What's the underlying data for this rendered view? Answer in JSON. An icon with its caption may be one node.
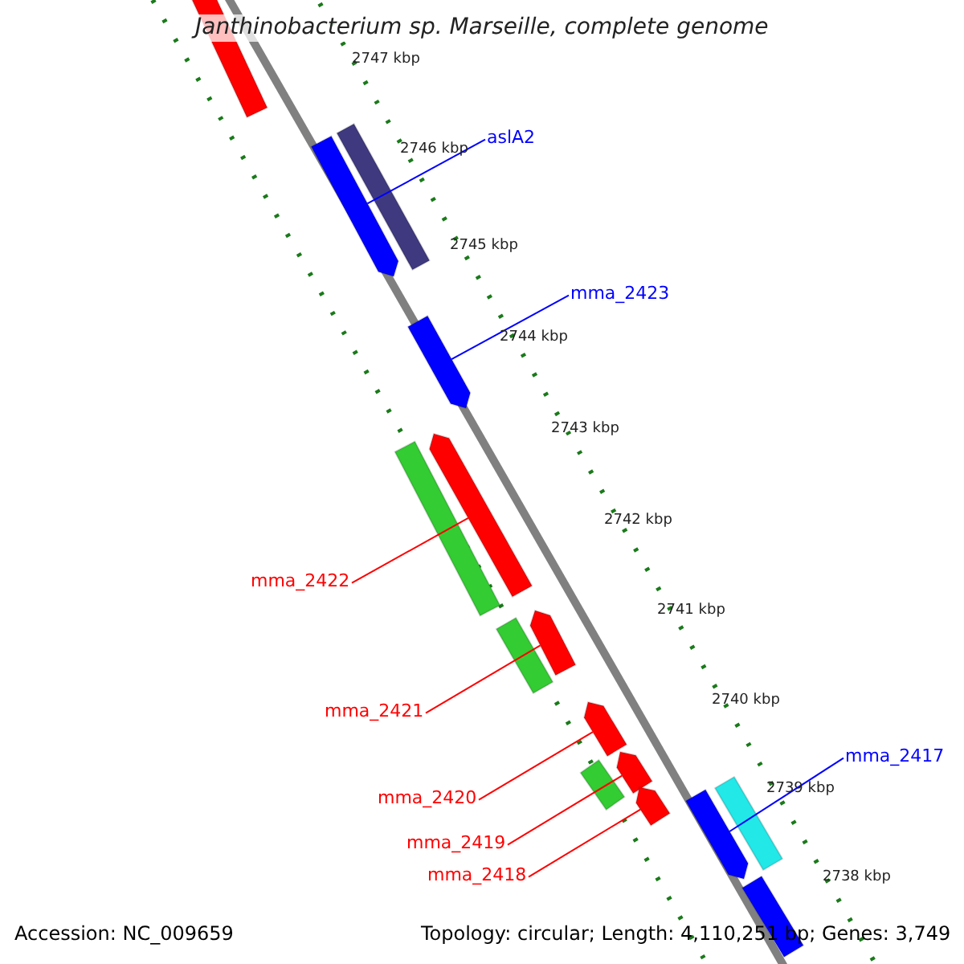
{
  "diagram": {
    "title": "Janthinobacterium sp. Marseille, complete genome",
    "nodes": [
      {
        "text": [
          "aslA2"
        ]
      },
      {
        "text": [
          "mma_2423"
        ]
      },
      {
        "text": [
          "mma_2422"
        ]
      },
      {
        "text": [
          "mma_2421"
        ]
      },
      {
        "text": [
          "mma_2420"
        ]
      },
      {
        "text": [
          "mma_2419"
        ]
      },
      {
        "text": [
          "mma_2418"
        ]
      },
      {
        "text": [
          "mma_2417"
        ]
      },
      {
        "text": [],
        "shape": "bar"
      },
      {
        "text": [],
        "shape": "bar"
      },
      {
        "text": [],
        "shape": "bar"
      },
      {
        "text": [],
        "shape": "bar"
      },
      {
        "text": [],
        "shape": "bar"
      },
      {
        "text": [],
        "shape": "bar"
      },
      {
        "text": [],
        "shape": "bar"
      },
      {
        "text": [],
        "shape": "bar"
      },
      {
        "text": [],
        "shape": "bar"
      },
      {
        "text": [],
        "shape": "bar"
      },
      {
        "text": [],
        "shape": "bar"
      },
      {
        "text": [],
        "shape": "bar"
      },
      {
        "text": [],
        "shape": "bar"
      },
      {
        "text": [],
        "shape": "bar"
      },
      {
        "text": [],
        "shape": "bar"
      }
    ],
    "edges": [
      {
        "from": 0,
        "to": 10,
        "arrow": "none",
        "color": "#0000ff"
      },
      {
        "from": 1,
        "to": 11,
        "arrow": "none",
        "color": "#0000ff"
      },
      {
        "from": 2,
        "to": 12,
        "arrow": "none"
      },
      {
        "from": 3,
        "to": 14,
        "arrow": "none"
      },
      {
        "from": 4,
        "to": 16,
        "arrow": "none"
      },
      {
        "from": 5,
        "to": 17,
        "arrow": "none"
      },
      {
        "from": 6,
        "to": 20,
        "arrow": "none"
      },
      {
        "from": 7,
        "to": 21,
        "arrow": "none",
        "color": "#0000ff"
      }
    ],
    "labels": [
      "2747 kbp",
      "2746 kbp",
      "2745 kbp",
      "2744 kbp",
      "2743 kbp",
      "2742 kbp",
      "2741 kbp",
      "2740 kbp",
      "2739 kbp",
      "2738 kbp",
      "Accession: NC_009659",
      "Topology: circular; Length: 4,110,251 bp; Genes: 3,749"
    ]
  }
}
